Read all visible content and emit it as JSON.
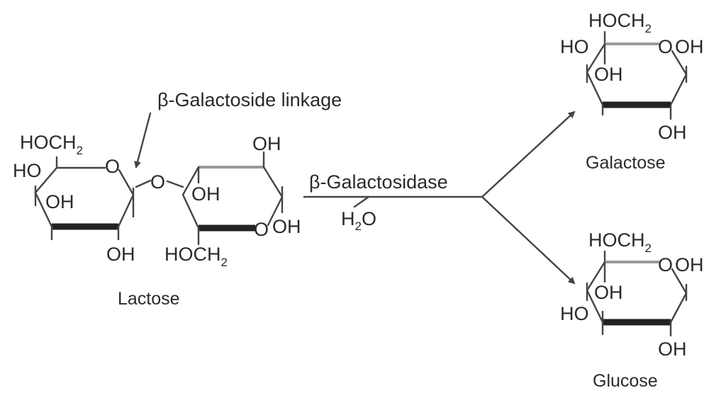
{
  "linkage_label": "β-Galactoside linkage",
  "enzyme_label": "β-Galactosidase",
  "water_label_main": "H",
  "water_label_sub": "2",
  "water_label_end": "O",
  "lactose": {
    "caption": "Lactose",
    "gal_hoch2": "HOCH",
    "gal_hoch2_sub": "2",
    "gal_ho": "HO",
    "gal_ring_o": "O",
    "gal_oh_inner": "OH",
    "gal_oh_bottom": "OH",
    "bridge_o": "O",
    "glc_oh_top": "OH",
    "glc_oh_inner": "OH",
    "glc_ring_o": "O",
    "glc_oh_right": "OH",
    "glc_hoch2": "HOCH",
    "glc_hoch2_sub": "2"
  },
  "galactose": {
    "caption": "Galactose",
    "hoch2": "HOCH",
    "hoch2_sub": "2",
    "ho": "HO",
    "ring_o": "O",
    "oh_right": "OH",
    "oh_inner": "OH",
    "oh_bottom": "OH"
  },
  "glucose": {
    "caption": "Glucose",
    "hoch2": "HOCH",
    "hoch2_sub": "2",
    "ring_o": "O",
    "oh_right": "OH",
    "oh_inner": "OH",
    "ho": "HO",
    "oh_bottom": "OH"
  }
}
